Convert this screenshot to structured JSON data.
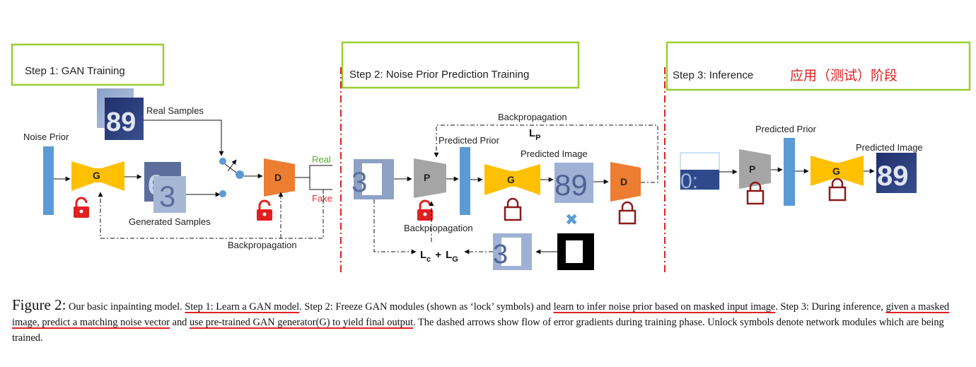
{
  "step1": {
    "title": "Step 1: GAN Training",
    "noise_prior": "Noise Prior",
    "real_samples": "Real Samples",
    "generated_samples": "Generated Samples",
    "g_label": "G",
    "d_label": "D",
    "real": "Real",
    "fake": "Fake",
    "backprop": "Backpropagation",
    "sample_digits_real": "89",
    "sample_digits_gen": "63"
  },
  "step2": {
    "title": "Step 2: Noise Prior Prediction Training",
    "backprop_top": "Backpropagation",
    "loss_p": "L",
    "loss_p_sub": "P",
    "predicted_prior": "Predicted Prior",
    "predicted_image": "Predicted Image",
    "p_label": "P",
    "g_label": "G",
    "d_label": "D",
    "backprop_bottom": "Backpropagation",
    "loss_c": "L",
    "loss_c_sub": "c",
    "plus": "+",
    "loss_g": "L",
    "loss_g_sub": "G",
    "masked_digit": "3",
    "predicted_digits": "89",
    "cross": "✖"
  },
  "step3": {
    "title": "Step 3: Inference",
    "chinese_note": "应用（测试）阶段",
    "predicted_prior": "Predicted Prior",
    "predicted_image": "Predicted Image",
    "p_label": "P",
    "g_label": "G",
    "predicted_digits": "89"
  },
  "caption": {
    "fig_label": "Figure 2:",
    "t1": " Our basic inpainting model. ",
    "u1": "Step 1: Learn a GAN model",
    "t2": ". Step 2: Freeze GAN modules (shown as ‘lock’ symbols) and ",
    "u2": "learn to infer noise prior based on masked input image",
    "t3": ". Step 3: During inference, ",
    "u3": "given a masked image, predict a matching noise vector",
    "t4": " and ",
    "u4": "use pre-trained GAN generator(G) to yield final output",
    "t5": ". The dashed arrows show flow of error gradients during training phase. Unlock symbols denote network modules which are being trained."
  },
  "colors": {
    "frame_green": "#9acd32",
    "separator_red": "#e02020",
    "noise_blue": "#5b9bd5",
    "generator_yellow": "#ffc000",
    "discriminator_orange": "#ed7d31",
    "predictor_gray": "#a5a5a5",
    "lock_red": "#e02020",
    "lock_dark": "#8b1a1a"
  }
}
